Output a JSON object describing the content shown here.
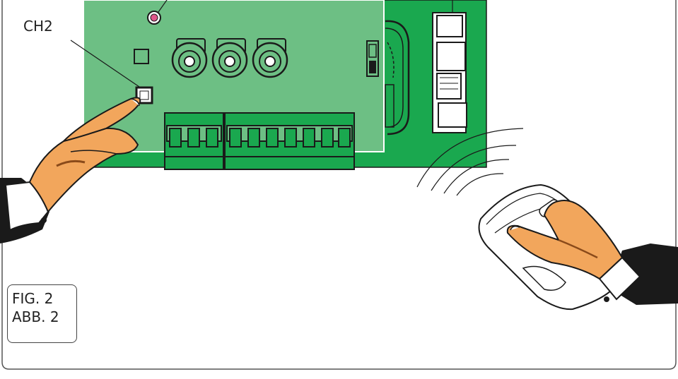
{
  "figure": {
    "callout_label": "CH2",
    "fig_label_line1": "FIG. 2",
    "fig_label_line2": "ABB. 2",
    "colors": {
      "board_green": "#6dbf84",
      "pcb_dark_green": "#1aa84f",
      "skin": "#f2a65c",
      "outline": "#1a1a1a"
    }
  }
}
